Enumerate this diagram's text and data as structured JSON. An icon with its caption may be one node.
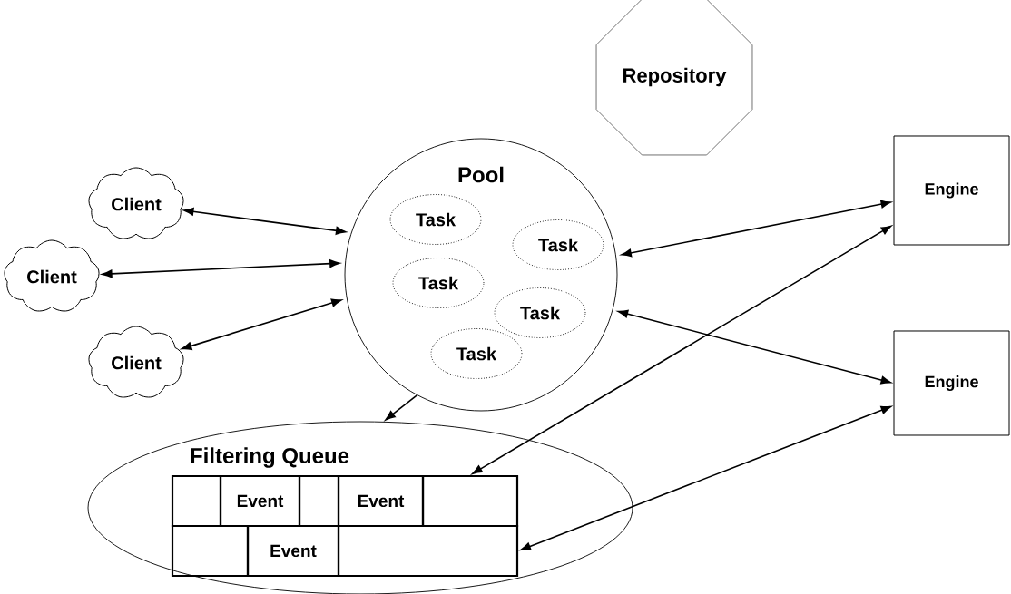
{
  "diagram": {
    "nodes": [
      {
        "text": [
          "Repository"
        ]
      },
      {
        "text": [
          "Pool"
        ]
      },
      {
        "text": [
          "Task"
        ],
        "in": 1
      },
      {
        "text": [
          "Task"
        ],
        "in": 1
      },
      {
        "text": [
          "Task"
        ],
        "in": 1
      },
      {
        "text": [
          "Task"
        ],
        "in": 1
      },
      {
        "text": [
          "Task"
        ],
        "in": 1
      },
      {
        "text": [
          "Client"
        ]
      },
      {
        "text": [
          "Client"
        ]
      },
      {
        "text": [
          "Client"
        ]
      },
      {
        "text": [
          "Engine"
        ]
      },
      {
        "text": [
          "Engine"
        ]
      },
      {
        "text": [
          "Filtering Queue"
        ]
      },
      {
        "text": [],
        "shape": "box",
        "in": 12
      },
      {
        "text": [
          "Event"
        ],
        "in": 12
      },
      {
        "text": [],
        "shape": "box",
        "in": 12
      },
      {
        "text": [
          "Event"
        ],
        "in": 12
      },
      {
        "text": [],
        "shape": "box",
        "in": 12
      },
      {
        "text": [],
        "shape": "box",
        "in": 12
      },
      {
        "text": [
          "Event"
        ],
        "in": 12
      },
      {
        "text": [],
        "shape": "box",
        "in": 12
      }
    ],
    "edges": [
      {
        "from": 7,
        "to": 1,
        "arrow": "both"
      },
      {
        "from": 8,
        "to": 1,
        "arrow": "both"
      },
      {
        "from": 9,
        "to": 1,
        "arrow": "both"
      },
      {
        "from": 1,
        "to": 10,
        "arrow": "both"
      },
      {
        "from": 1,
        "to": 11,
        "arrow": "both"
      },
      {
        "from": 10,
        "to": 17,
        "arrow": "both"
      },
      {
        "from": 11,
        "to": 20,
        "arrow": "both"
      },
      {
        "from": 1,
        "to": 12,
        "arrow": "to"
      }
    ]
  }
}
